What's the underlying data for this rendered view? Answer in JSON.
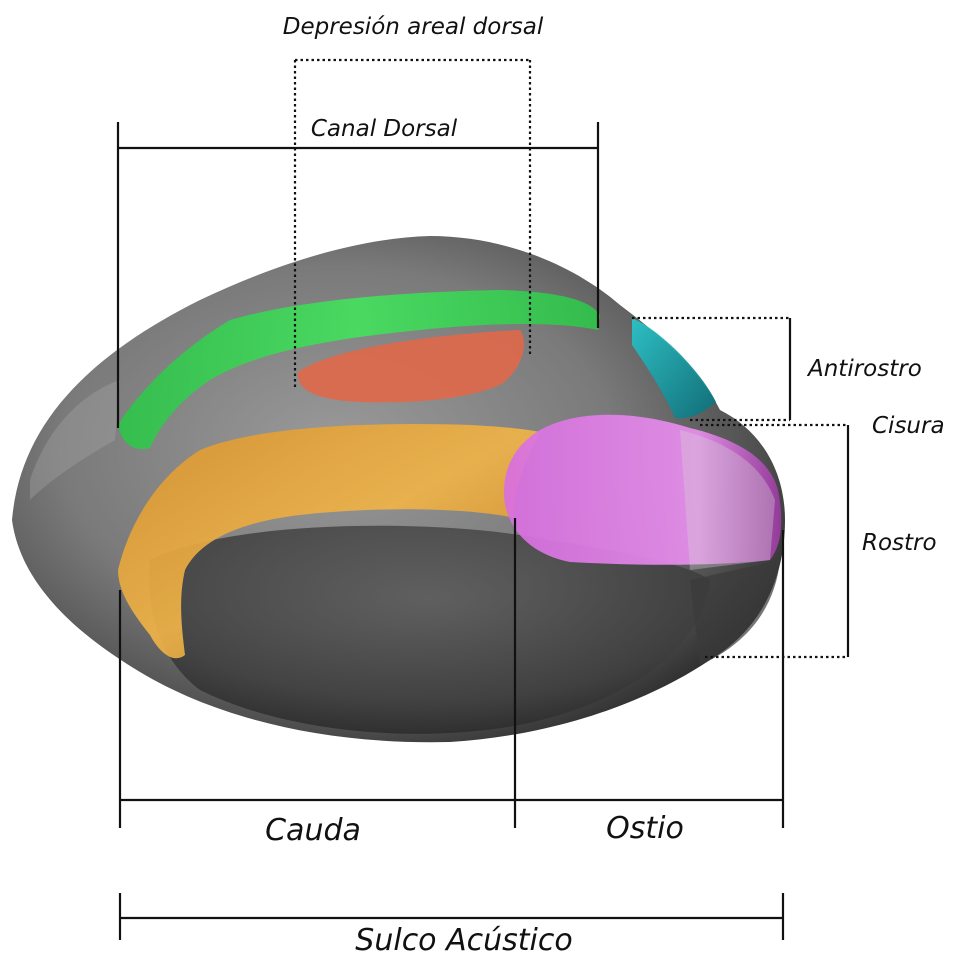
{
  "labels": {
    "depresion_areal_dorsal": "Depresión areal dorsal",
    "canal_dorsal": "Canal Dorsal",
    "antirostro": "Antirostro",
    "cisura": "Cisura",
    "rostro": "Rostro",
    "cauda": "Cauda",
    "ostio": "Ostio",
    "sulco_acustico": "Sulco Acústico"
  },
  "colors": {
    "canal_dorsal_region": "#3ee05a",
    "depresion_areal_region": "#e0684a",
    "cauda_region": "#e8a838",
    "ostio_region": "#e07ae8",
    "antirostro_region": "#1aa0a8",
    "otolith_body": "#7a7a7a",
    "lines": "#111111"
  }
}
